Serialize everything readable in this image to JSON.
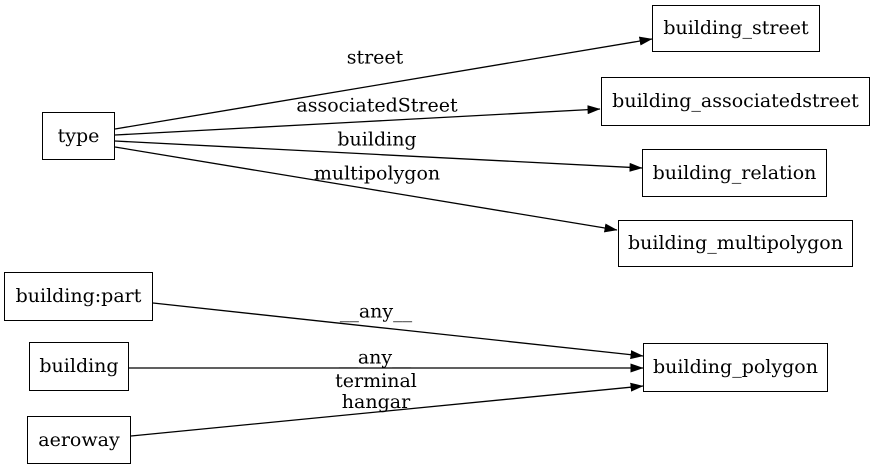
{
  "diagram": {
    "kind": "directed-graph",
    "colors": {
      "background": "#ffffff",
      "node_border": "#000000",
      "edge_stroke": "#000000",
      "text": "#000000"
    },
    "nodes": {
      "type": {
        "label": "type"
      },
      "building_street": {
        "label": "building_street"
      },
      "building_associatedstreet": {
        "label": "building_associatedstreet"
      },
      "building_relation": {
        "label": "building_relation"
      },
      "building_multipolygon": {
        "label": "building_multipolygon"
      },
      "building_part": {
        "label": "building:part"
      },
      "building": {
        "label": "building"
      },
      "aeroway": {
        "label": "aeroway"
      },
      "building_polygon": {
        "label": "building_polygon"
      }
    },
    "edges": [
      {
        "from": "type",
        "to": "building_street",
        "label": "street"
      },
      {
        "from": "type",
        "to": "building_associatedstreet",
        "label": "associatedStreet"
      },
      {
        "from": "type",
        "to": "building_relation",
        "label": "building"
      },
      {
        "from": "type",
        "to": "building_multipolygon",
        "label": "multipolygon"
      },
      {
        "from": "building:part",
        "to": "building_polygon",
        "label": "__any__"
      },
      {
        "from": "building",
        "to": "building_polygon",
        "label": "__any__"
      },
      {
        "from": "aeroway",
        "to": "building_polygon",
        "label": "terminal hangar",
        "label_lines": [
          "terminal",
          "hangar"
        ]
      }
    ]
  }
}
